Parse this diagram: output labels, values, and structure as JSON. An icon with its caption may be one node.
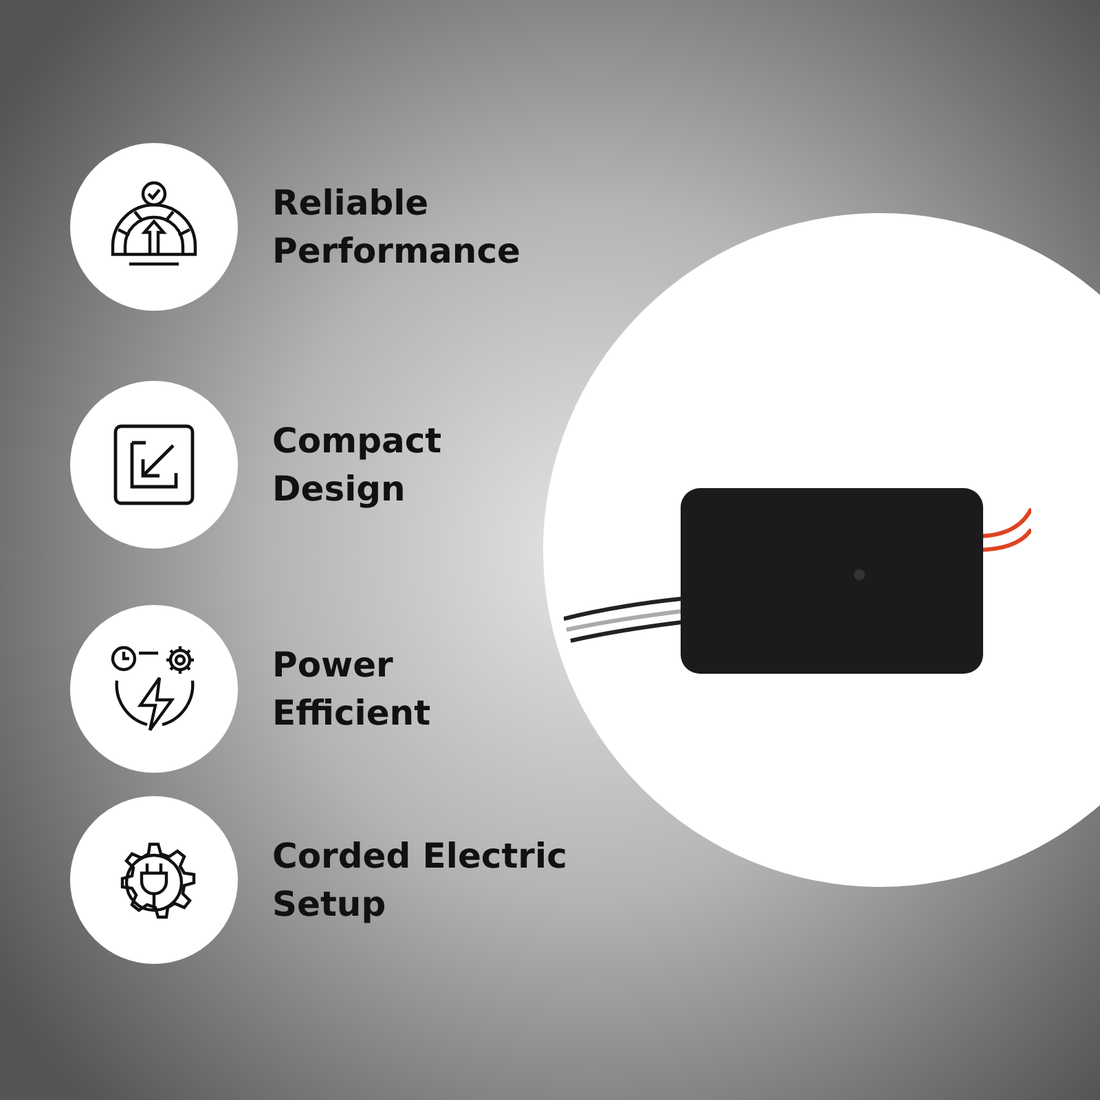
{
  "diagram": {
    "labels": [
      "Reliable Performance",
      "Compact Design",
      "Power Efficient",
      "Corded Electric Setup"
    ]
  }
}
